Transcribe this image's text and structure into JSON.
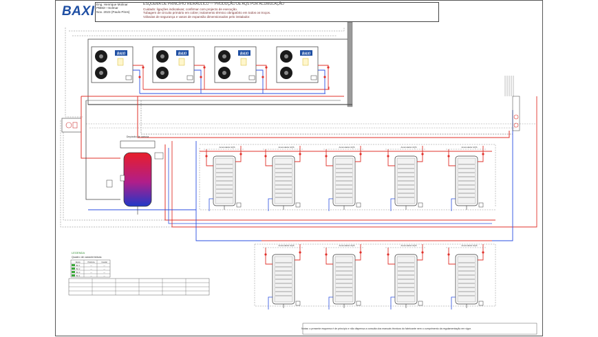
{
  "title_block": {
    "brand": "BAXI",
    "left_lines": [
      "Eng. Henrique Molinar",
      "PBM2—Solmar",
      "Nov. 2023 (Paulo Pires)"
    ],
    "drawing_title": "ESQUEMA DE PRINCÍPIO HIDRÁULICO — PRODUÇÃO DE AQS POR ACUMULAÇÃO",
    "notes": [
      "Cuidado: ligações indicativas; confirmar com projecto de execução.",
      "Tubagem de circuito primário em cobre; isolamento térmico obrigatório em todos os troços.",
      "Válvulas de segurança e vasos de expansão dimensionados pelo instalador."
    ]
  },
  "equipment": {
    "heat_pump_brand": "BAXI",
    "heat_pump_count": 4,
    "buffer_tank_label": "Depósito de inércia",
    "dhw_tank_label": "Acumulador AQS",
    "dhw_tank_count": 9
  },
  "legend": {
    "title": "LEGENDA",
    "table_title": "Quadro de características",
    "columns": [
      "Equip.",
      "Potência",
      "Caudal"
    ],
    "rows": [
      [
        "BC 1",
        "—",
        "—"
      ],
      [
        "BC 2",
        "—",
        "—"
      ],
      [
        "BC 3",
        "—",
        "—"
      ],
      [
        "BC 4",
        "—",
        "—"
      ]
    ]
  },
  "footer_note": "Notas: o presente esquema é de princípio e não dispensa a consulta dos manuais técnicos do fabricante nem o cumprimento da regulamentação em vigor.",
  "colors": {
    "hot_pipe": "#e0302a",
    "cold_pipe": "#2a4ee0",
    "dashed": "#666666",
    "brand": "#1f4fa3"
  }
}
